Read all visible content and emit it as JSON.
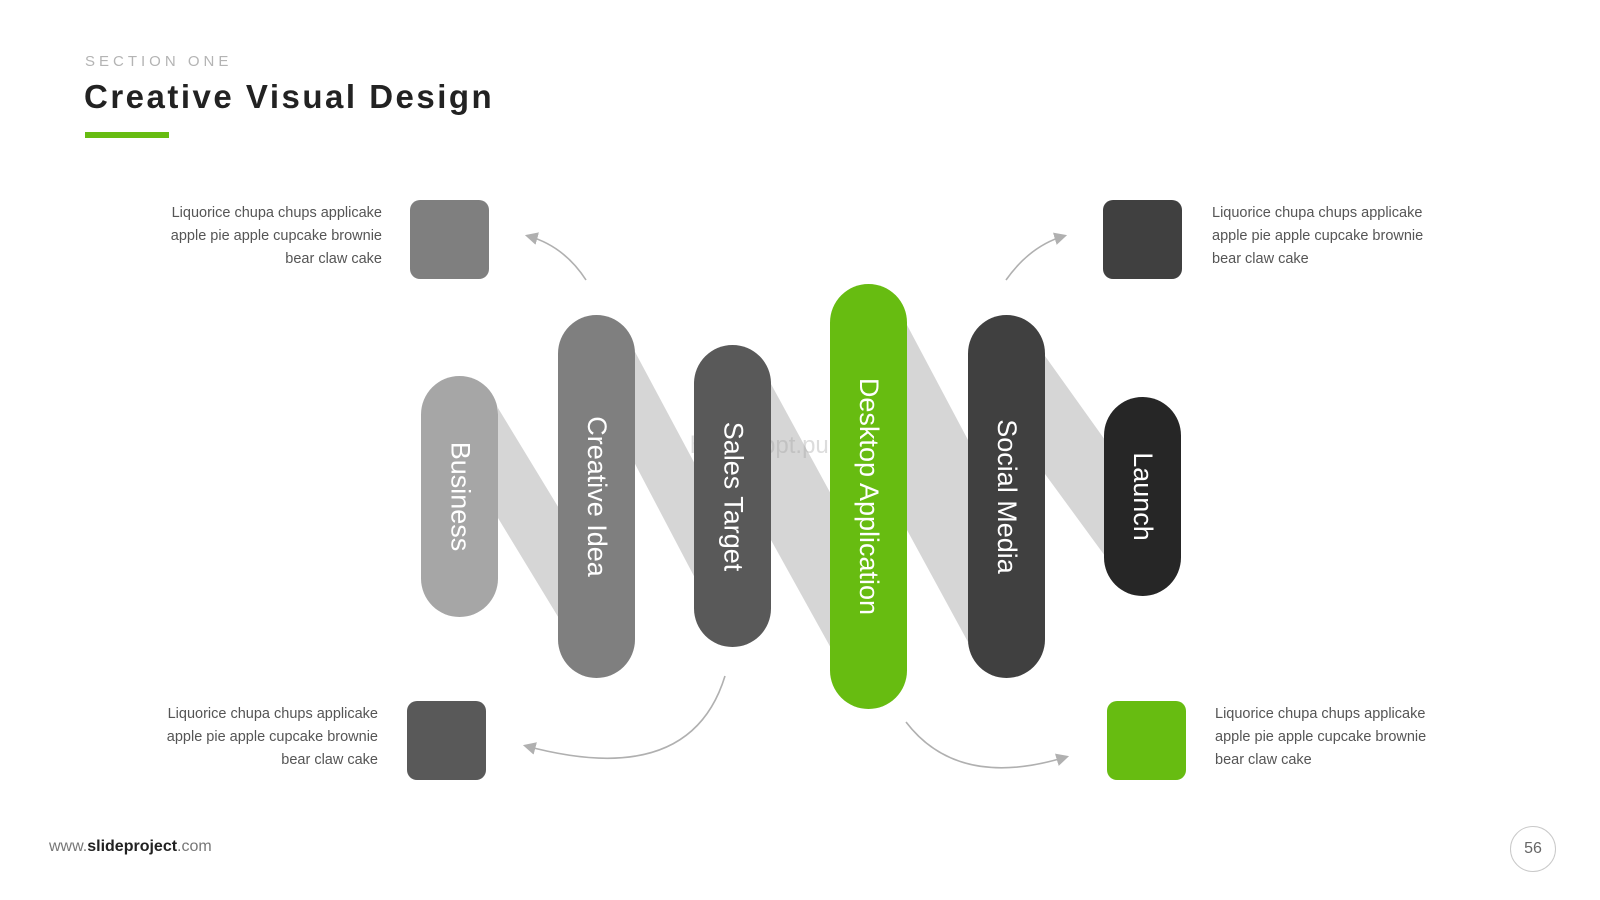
{
  "header": {
    "section": "SECTION ONE",
    "title": "Creative Visual Design",
    "accent_color": "#67bc11"
  },
  "steps": [
    {
      "label": "Business",
      "color": "#a6a6a6"
    },
    {
      "label": "Creative Idea",
      "color": "#7f7f7f"
    },
    {
      "label": "Sales Target",
      "color": "#595959"
    },
    {
      "label": "Desktop Application",
      "color": "#67bc11"
    },
    {
      "label": "Social Media",
      "color": "#404040"
    },
    {
      "label": "Launch",
      "color": "#262626"
    }
  ],
  "callouts": [
    {
      "text": "Liquorice chupa chups applicake apple pie apple cupcake brownie bear claw  cake",
      "color": "#7f7f7f"
    },
    {
      "text": "Liquorice chupa chups applicake apple pie apple cupcake brownie bear claw  cake",
      "color": "#404040"
    },
    {
      "text": "Liquorice chupa chups applicake apple pie apple cupcake brownie bear claw  cake",
      "color": "#595959"
    },
    {
      "text": "Liquorice chupa chups applicake apple pie apple cupcake brownie bear claw  cake",
      "color": "#67bc11"
    }
  ],
  "watermark": "https://ppt.pub.de",
  "footer": {
    "prefix": "www.",
    "brand": "slideproject",
    "suffix": ".com",
    "page_number": "56"
  }
}
